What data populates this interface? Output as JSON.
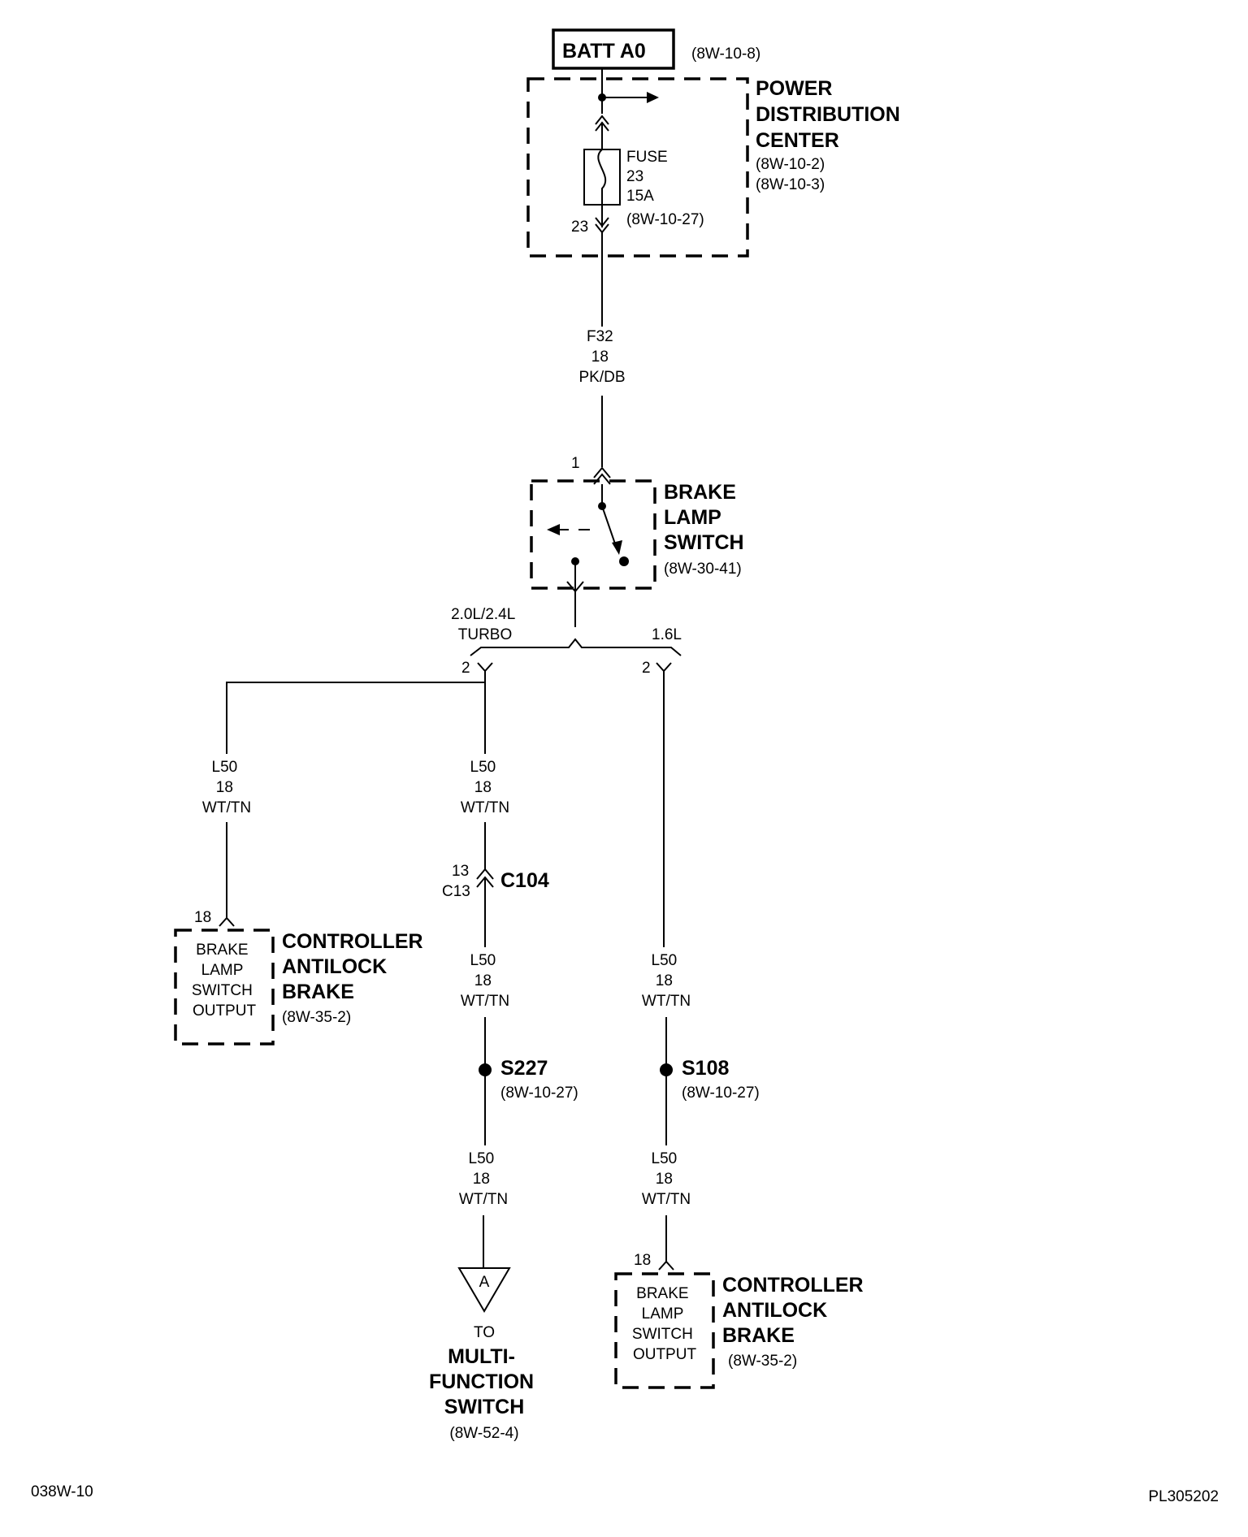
{
  "battery": {
    "label": "BATT A0",
    "ref": "(8W-10-8)"
  },
  "pdc": {
    "title_lines": [
      "POWER",
      "DISTRIBUTION",
      "CENTER"
    ],
    "refs": [
      "(8W-10-2)",
      "(8W-10-3)"
    ],
    "fuse": {
      "lines": [
        "FUSE",
        "23",
        "15A",
        "(8W-10-27)"
      ],
      "pin": "23"
    }
  },
  "wire_f32": {
    "lines": [
      "F32",
      "18",
      "PK/DB"
    ]
  },
  "brake_switch": {
    "pin": "1",
    "title_lines": [
      "BRAKE",
      "LAMP",
      "SWITCH"
    ],
    "ref": "(8W-30-41)"
  },
  "branch": {
    "left_label_lines": [
      "2.0L/2.4L",
      "TURBO"
    ],
    "right_label": "1.6L",
    "left_pin": "2",
    "right_pin": "2"
  },
  "wire_l50": {
    "lines": [
      "L50",
      "18",
      "WT/TN"
    ]
  },
  "connector_c104": {
    "pin_top": "13",
    "pin_bottom": "C13",
    "name": "C104"
  },
  "splice_s227": {
    "name": "S227",
    "ref": "(8W-10-27)"
  },
  "splice_s108": {
    "name": "S108",
    "ref": "(8W-10-27)"
  },
  "controller_left": {
    "pin": "18",
    "inner_lines": [
      "BRAKE",
      "LAMP",
      "SWITCH",
      "OUTPUT"
    ],
    "title_lines": [
      "CONTROLLER",
      "ANTILOCK",
      "BRAKE"
    ],
    "ref": "(8W-35-2)"
  },
  "controller_right": {
    "pin": "18",
    "inner_lines": [
      "BRAKE",
      "LAMP",
      "SWITCH",
      "OUTPUT"
    ],
    "title_lines": [
      "CONTROLLER",
      "ANTILOCK",
      "BRAKE"
    ],
    "ref": "(8W-35-2)"
  },
  "offpage": {
    "letter": "A",
    "to": "TO",
    "title_lines": [
      "MULTI-",
      "FUNCTION",
      "SWITCH"
    ],
    "ref": "(8W-52-4)"
  },
  "footer": {
    "left": "038W-10",
    "right": "PL305202"
  }
}
